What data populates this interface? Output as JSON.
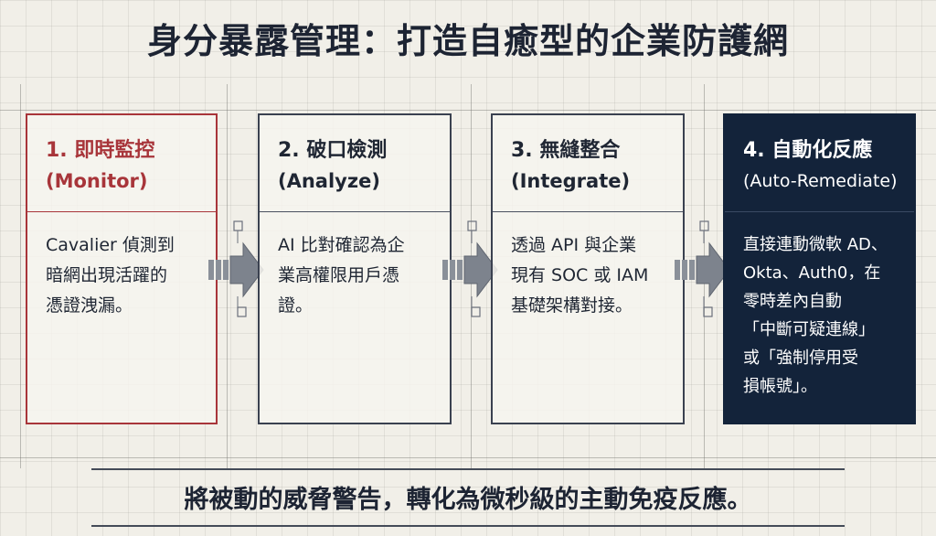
{
  "title": "身分暴露管理：打造自癒型的企業防護網",
  "steps": [
    {
      "heading": "1. 即時監控",
      "subheading": "(Monitor)",
      "body": "Cavalier 偵測到\n暗網出現活躍的\n憑證洩漏。"
    },
    {
      "heading": "2. 破口檢測",
      "subheading": "(Analyze)",
      "body": "AI 比對確認為企\n業高權限用戶憑\n證。"
    },
    {
      "heading": "3. 無縫整合",
      "subheading": "(Integrate)",
      "body": "透過 API 與企業\n現有 SOC 或 IAM\n基礎架構對接。"
    },
    {
      "heading": "4. 自動化反應",
      "subheading": "(Auto-Remediate)",
      "body": "直接連動微軟 AD、\nOkta、Auth0，在\n零時差內自動\n「中斷可疑連線」\n或「強制停用受\n損帳號」。"
    }
  ],
  "footer": "將被動的威脅警告，轉化為微秒級的主動免疫反應。",
  "colors": {
    "accent_red": "#a8353a",
    "navy": "#13233a",
    "background": "#f1efe8"
  },
  "icons": [
    "arrow-right-icon",
    "document-icon"
  ]
}
